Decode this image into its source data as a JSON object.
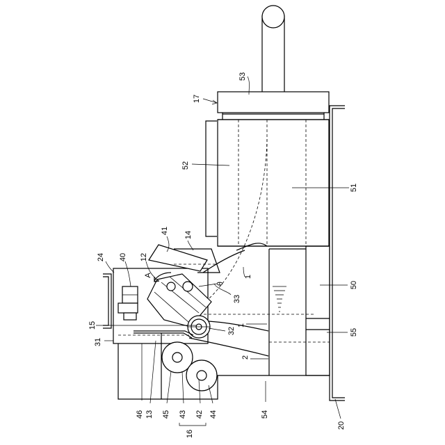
{
  "labels": {
    "l53": "53",
    "l17": "17",
    "l52": "52",
    "l51": "51",
    "l41": "41",
    "l14": "14",
    "l24": "24",
    "l40": "40",
    "l12": "12",
    "lA": "A",
    "ltheta": "θ",
    "l1a": "1",
    "l33": "33",
    "l50": "50",
    "l15": "15",
    "l1b": "1",
    "l32": "32",
    "l55": "55",
    "l31": "31",
    "l2": "2",
    "l46": "46",
    "l13": "13",
    "l45": "45",
    "l43": "43",
    "l42": "42",
    "l44": "44",
    "l16": "16",
    "l54": "54",
    "l20": "20"
  }
}
